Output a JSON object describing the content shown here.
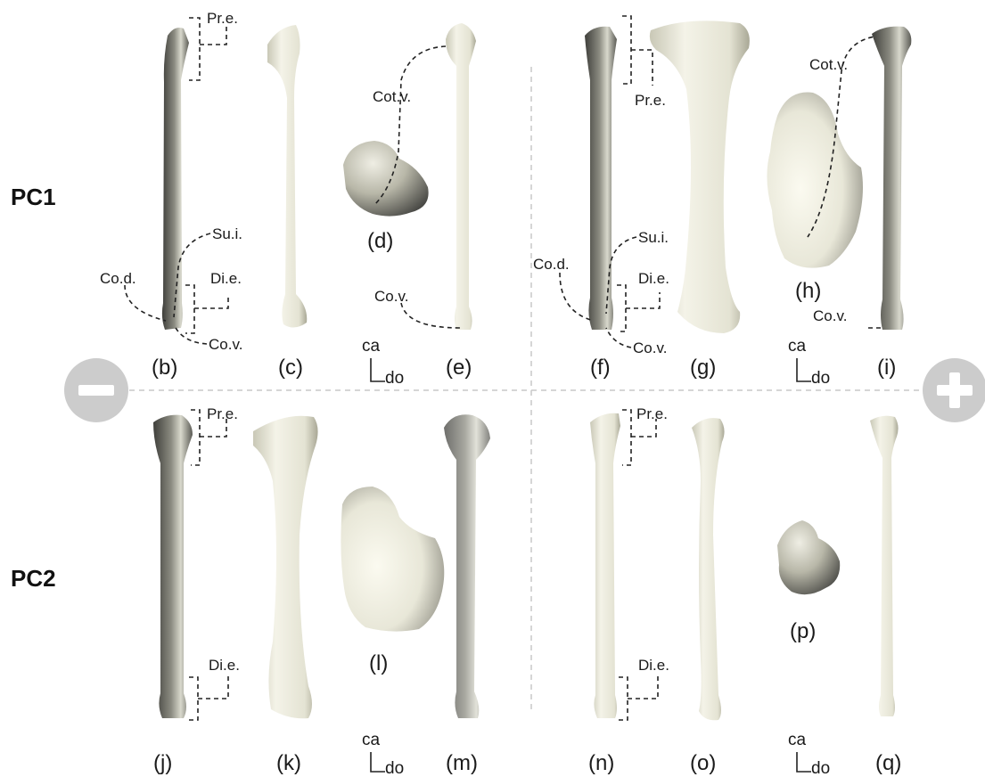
{
  "row_labels": [
    "PC1",
    "PC2"
  ],
  "sign_icons": {
    "minus": "minus-circle-icon",
    "plus": "plus-circle-icon"
  },
  "panel_labels": {
    "b": "(b)",
    "c": "(c)",
    "d": "(d)",
    "e": "(e)",
    "f": "(f)",
    "g": "(g)",
    "h": "(h)",
    "i": "(i)",
    "j": "(j)",
    "k": "(k)",
    "l": "(l)",
    "m": "(m)",
    "n": "(n)",
    "o": "(o)",
    "p": "(p)",
    "q": "(q)"
  },
  "annotations": {
    "pre": "Pr.e.",
    "cotv": "Cot.v.",
    "sui": "Su.i.",
    "cod": "Co.d.",
    "die": "Di.e.",
    "cov": "Co.v."
  },
  "orientation": {
    "ca": "ca",
    "do": "do"
  },
  "colors": {
    "bone_light": "#f1f0e4",
    "bone_dark": "#5b5b55",
    "sign_circle": "#cccccc",
    "divider": "#c8c8c8"
  }
}
